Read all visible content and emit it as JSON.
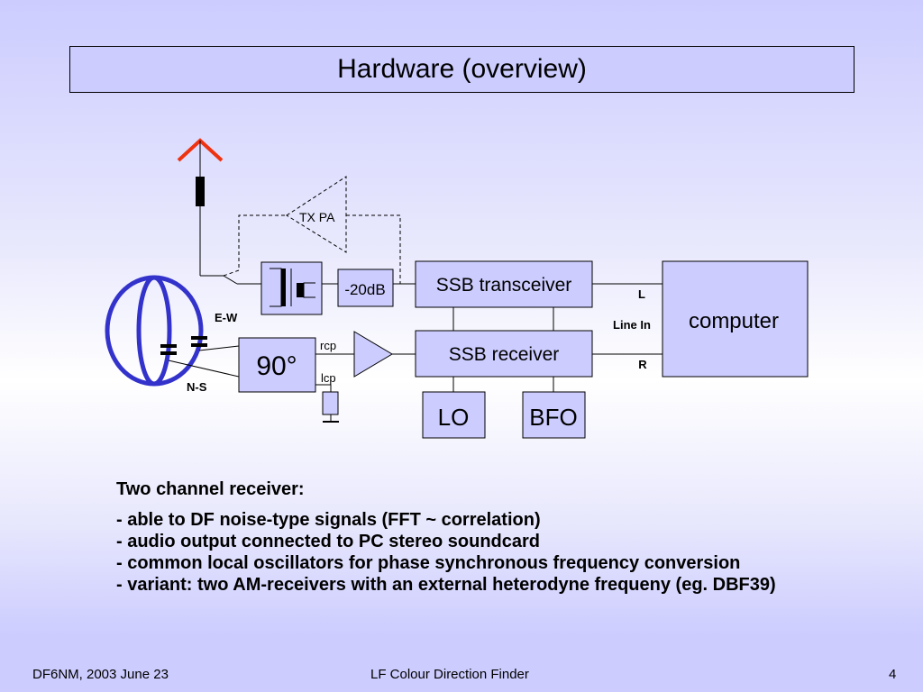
{
  "slide": {
    "title": "Hardware (overview)",
    "footer": {
      "left": "DF6NM,  2003 June 23",
      "center": "LF Colour Direction Finder",
      "page_number": "4"
    }
  },
  "diagram": {
    "blocks": {
      "tx_pa": "TX PA",
      "attenuator": "-20dB",
      "ssb_transceiver": "SSB transceiver",
      "ssb_receiver": "SSB receiver",
      "hybrid_90": "90°",
      "lo": "LO",
      "bfo": "BFO",
      "computer": "computer"
    },
    "labels": {
      "ew": "E-W",
      "ns": "N-S",
      "rcp": "rcp",
      "lcp": "lcp",
      "left_channel": "L",
      "line_in": "Line In",
      "right_channel": "R"
    },
    "colors": {
      "block_fill": "#ccccff",
      "loop_antenna": "#3333cc",
      "vertical_antenna": "#ee3311"
    }
  },
  "description": {
    "heading": "Two channel receiver:",
    "items": [
      "- able to DF noise-type signals (FFT ~ correlation)",
      "- audio output connected to PC stereo soundcard",
      "- common local oscillators for phase synchronous frequency conversion",
      "- variant: two AM-receivers with an external heterodyne frequeny (eg. DBF39)"
    ]
  }
}
